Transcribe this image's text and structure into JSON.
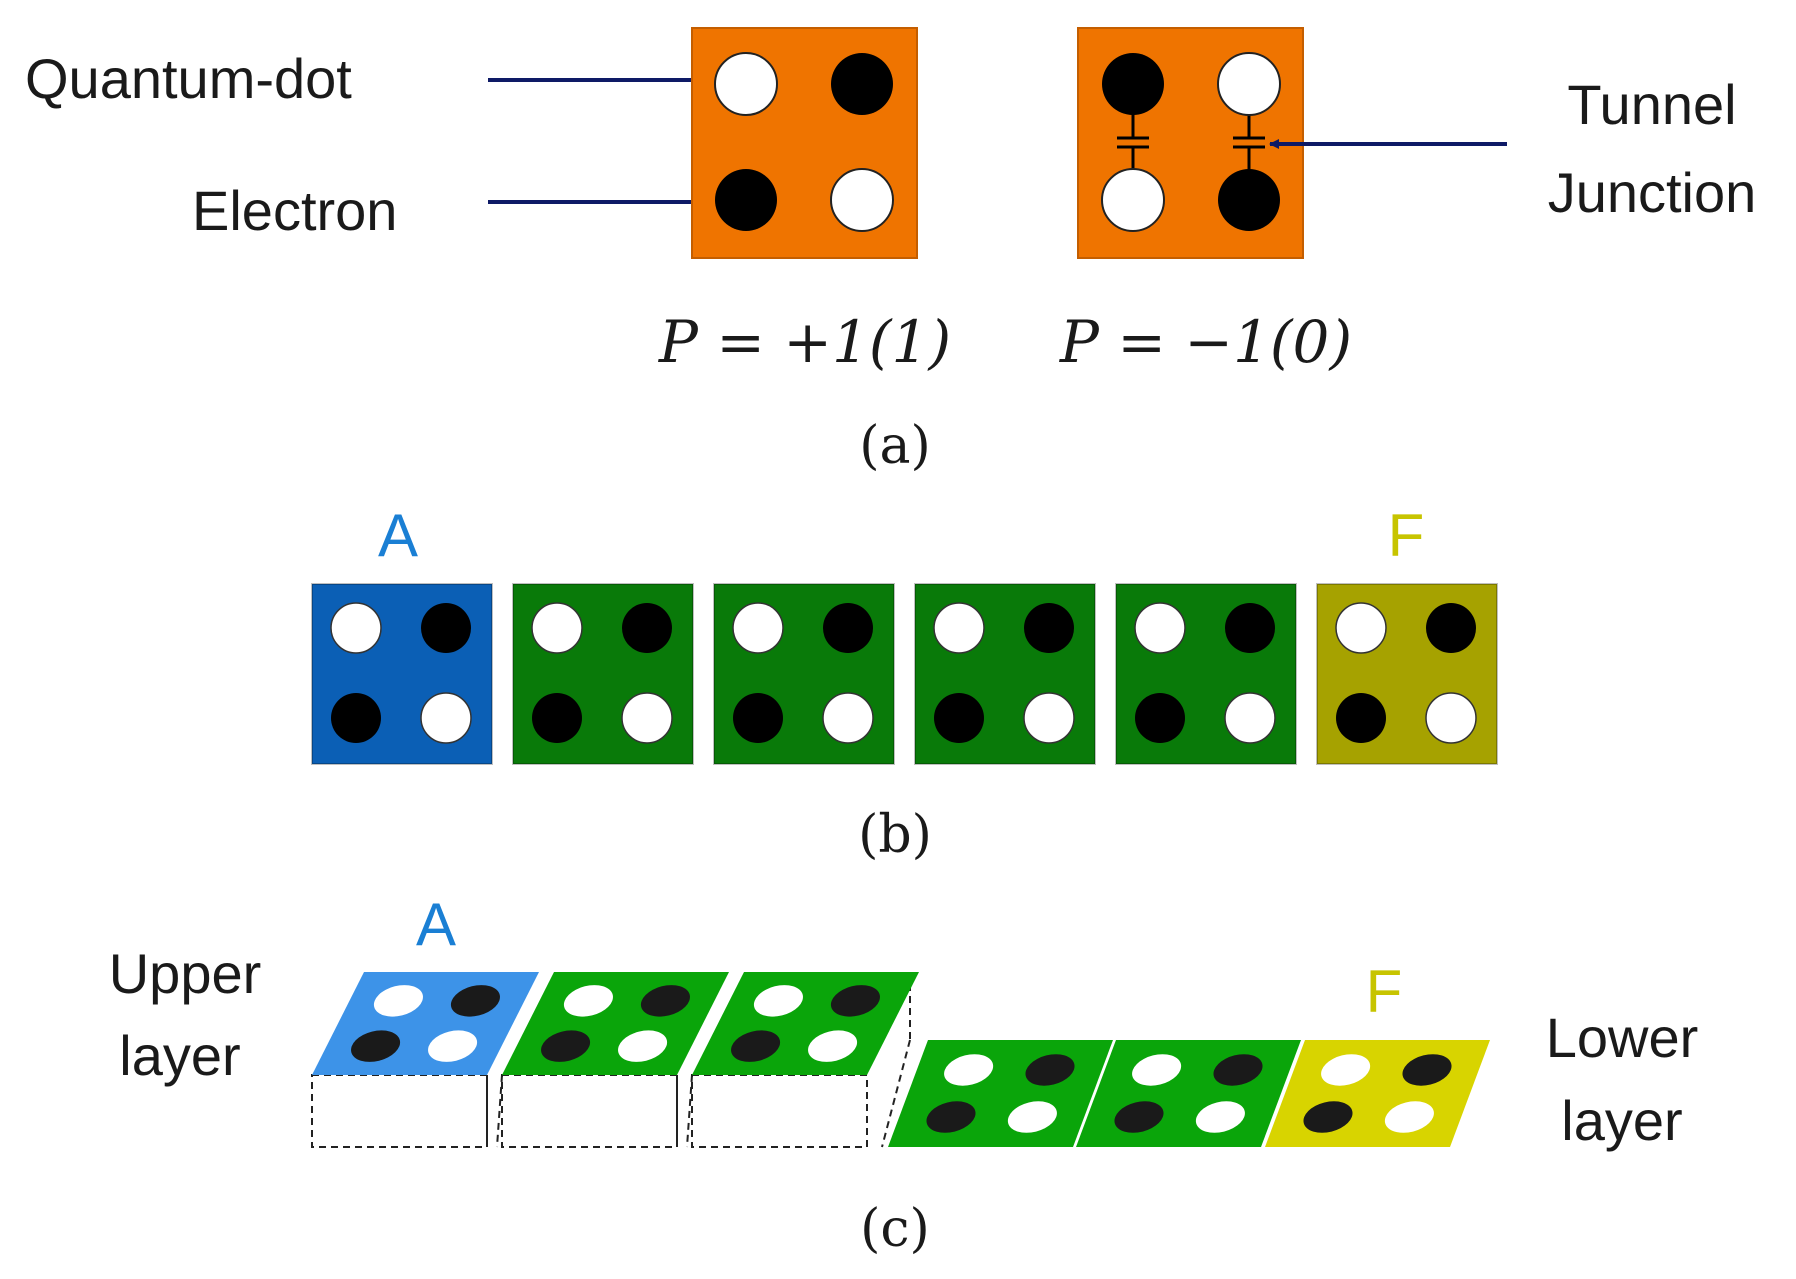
{
  "panel_a": {
    "labels": {
      "quantum_dot": "Quantum-dot",
      "electron": "Electron",
      "tunnel_line1": "Tunnel",
      "tunnel_line2": "Junction"
    },
    "cell_left": {
      "polarization": "P = +1(1)",
      "dots": [
        "empty",
        "filled",
        "filled",
        "empty"
      ]
    },
    "cell_right": {
      "polarization": "P = −1(0)",
      "dots": [
        "filled",
        "empty",
        "empty",
        "filled"
      ]
    },
    "caption": "(a)"
  },
  "panel_b": {
    "label_a": "A",
    "label_f": "F",
    "cells": [
      {
        "role": "input",
        "color": "#0b5fb5"
      },
      {
        "role": "wire",
        "color": "#097a09"
      },
      {
        "role": "wire",
        "color": "#097a09"
      },
      {
        "role": "wire",
        "color": "#097a09"
      },
      {
        "role": "wire",
        "color": "#097a09"
      },
      {
        "role": "output",
        "color": "#a6a200"
      }
    ],
    "caption": "(b)"
  },
  "panel_c": {
    "label_a": "A",
    "label_f": "F",
    "upper_layer_line1": "Upper",
    "upper_layer_line2": "layer",
    "lower_layer_line1": "Lower",
    "lower_layer_line2": "layer",
    "upper_cells": [
      "#3d93e8",
      "#0aa50a",
      "#0aa50a"
    ],
    "lower_cells": [
      "#0aa50a",
      "#0aa50a",
      "#d8d400"
    ],
    "caption": "(c)"
  },
  "colors": {
    "qca_cell": "#ef7400",
    "arrow": "#0e1a66",
    "label_a": "#1a7fd4",
    "label_f": "#c7c400"
  }
}
